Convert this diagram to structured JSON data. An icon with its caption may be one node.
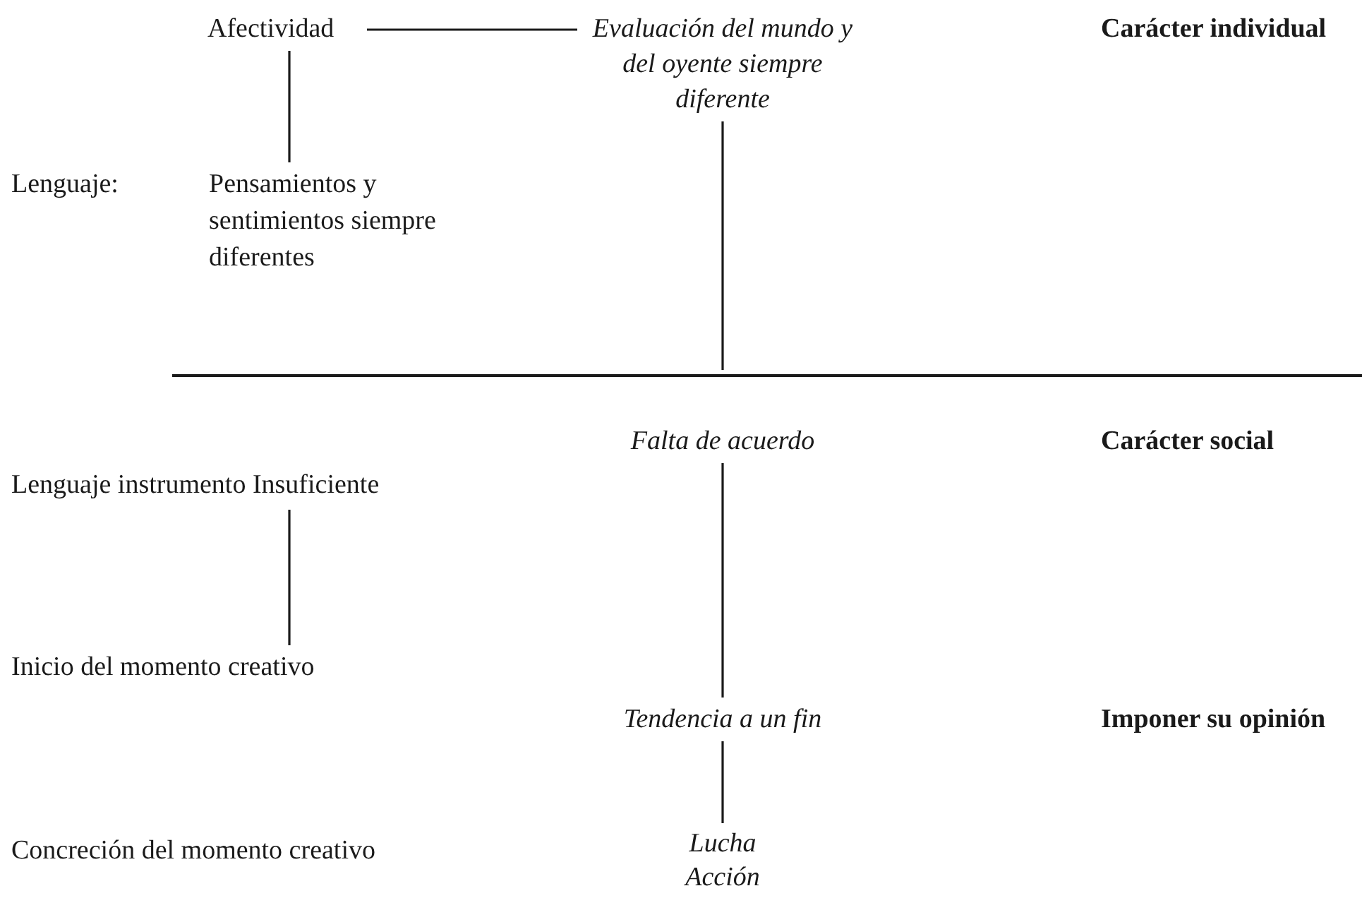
{
  "diagram": {
    "nodes": [
      {
        "text": [
          "Afectividad"
        ]
      },
      {
        "text": [
          "Evaluación del mundo y del oyente siempre diferente"
        ]
      },
      {
        "text": [
          "Pensamientos y sentimientos siempre diferentes"
        ]
      },
      {
        "text": [
          "Falta de acuerdo"
        ]
      },
      {
        "text": [
          "Lenguaje instrumento Insuficiente"
        ]
      },
      {
        "text": [
          "Inicio del momento creativo"
        ]
      },
      {
        "text": [
          "Tendencia a un fin"
        ]
      },
      {
        "text": [
          "Concreción del momento creativo"
        ]
      },
      {
        "text": [
          "Lucha Acción"
        ]
      }
    ],
    "edges": [
      {
        "from": 0,
        "to": 1,
        "arrow": "none"
      },
      {
        "from": 0,
        "to": 2,
        "arrow": "none"
      },
      {
        "from": 1,
        "to": null,
        "arrow": "none"
      },
      {
        "from": 3,
        "to": 6,
        "arrow": "none"
      },
      {
        "from": 4,
        "to": 5,
        "arrow": "none"
      },
      {
        "from": 6,
        "to": 8,
        "arrow": "none"
      }
    ],
    "labels": [
      "Carácter individual",
      "Lenguaje:",
      "Carácter social",
      "Imponer su opinión"
    ]
  }
}
